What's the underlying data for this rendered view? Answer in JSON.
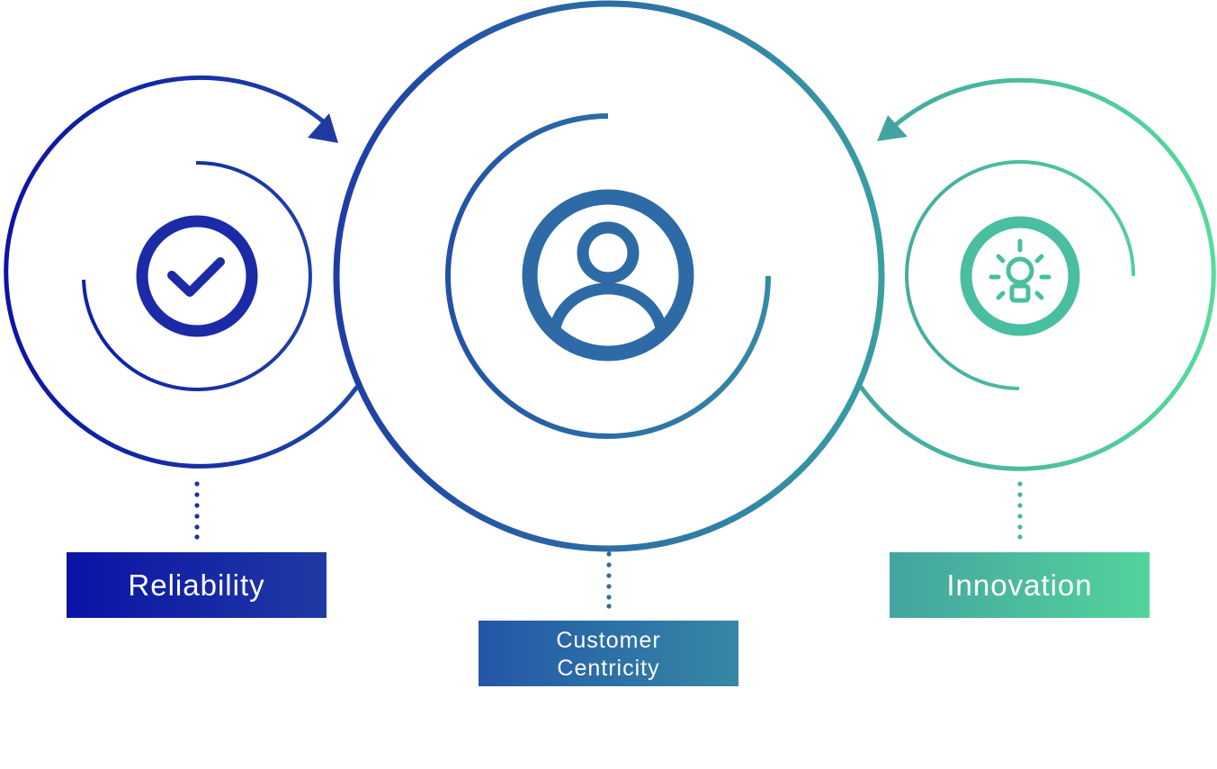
{
  "diagram": {
    "nodes": [
      {
        "id": "reliability",
        "label": "Reliability",
        "icon": "check-circle-icon",
        "color": "#1a2fa8"
      },
      {
        "id": "customer-centricity",
        "label_lines": [
          "Customer",
          "Centricity"
        ],
        "icon": "user-circle-icon",
        "color": "#2e6aa6"
      },
      {
        "id": "innovation",
        "label": "Innovation",
        "icon": "lightbulb-icon",
        "color": "#47bca0"
      }
    ],
    "colors": {
      "reliability_start": "#0b13a6",
      "reliability_end": "#1f3aa3",
      "customer_start": "#2356a8",
      "customer_end": "#3688a4",
      "innovation_start": "#44a3a0",
      "innovation_end": "#53d49b"
    }
  }
}
